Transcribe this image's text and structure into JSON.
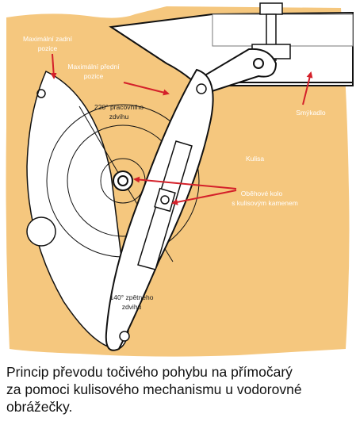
{
  "labels": {
    "max_rear_line1": "Maximální zadní",
    "max_rear_line2": "pozice",
    "max_front_line1": "Maximální přední",
    "max_front_line2": "pozice",
    "work_stroke_line1": "220° pracovního",
    "work_stroke_line2": "zdvihu",
    "ram": "Smýkadlo",
    "rocker": "Kulisa",
    "crank_line1": "Oběhové kolo",
    "crank_line2": "s kulisovým kamenem",
    "return_stroke_line1": "140° zpětného",
    "return_stroke_line2": "zdvihu"
  },
  "caption": {
    "line1": "Princip převodu točivého pohybu na přímočarý",
    "line2": "za pomoci kulisového mechanismu u vodorovné",
    "line3": "obrážečky."
  },
  "colors": {
    "background": "#f5c77e",
    "arrow": "#d4202a",
    "line": "#111111",
    "part": "#ffffff"
  }
}
